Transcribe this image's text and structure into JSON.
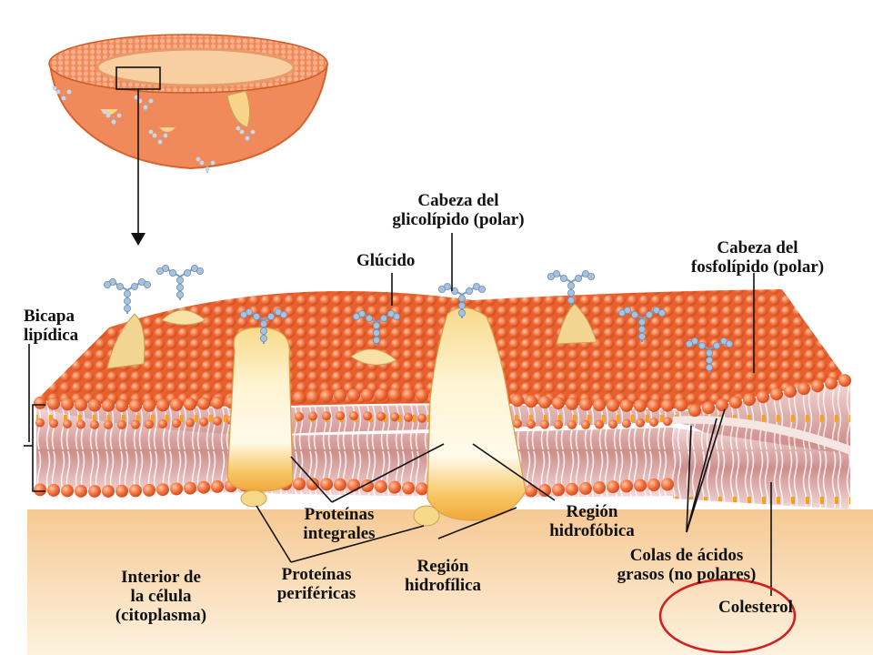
{
  "labels": {
    "bicapa": "Bicapa\nlipídica",
    "glucido": "Glúcido",
    "cabeza_glicolipido": "Cabeza del\nglicolípido (polar)",
    "cabeza_fosfolipido": "Cabeza del\nfosfolípido (polar)",
    "proteinas_integrales": "Proteínas\nintegrales",
    "region_hidrofobica": "Región\nhidrofóbica",
    "proteinas_perifericas": "Proteínas\nperiféricas",
    "region_hidrofilica": "Región\nhidrofílica",
    "colas": "Colas de ácidos\ngrasos (no polares)",
    "interior": "Interior de\nla  célula\n(citoplasma)",
    "colesterol": "Colesterol"
  },
  "colors": {
    "head": "#f4703c",
    "tail_band": "#d9a3a0",
    "cytoplasm": "#f8dcb0",
    "protein": "#f7df9a",
    "glucid": "#9ab9d6",
    "highlight_circle": "#d42020"
  }
}
